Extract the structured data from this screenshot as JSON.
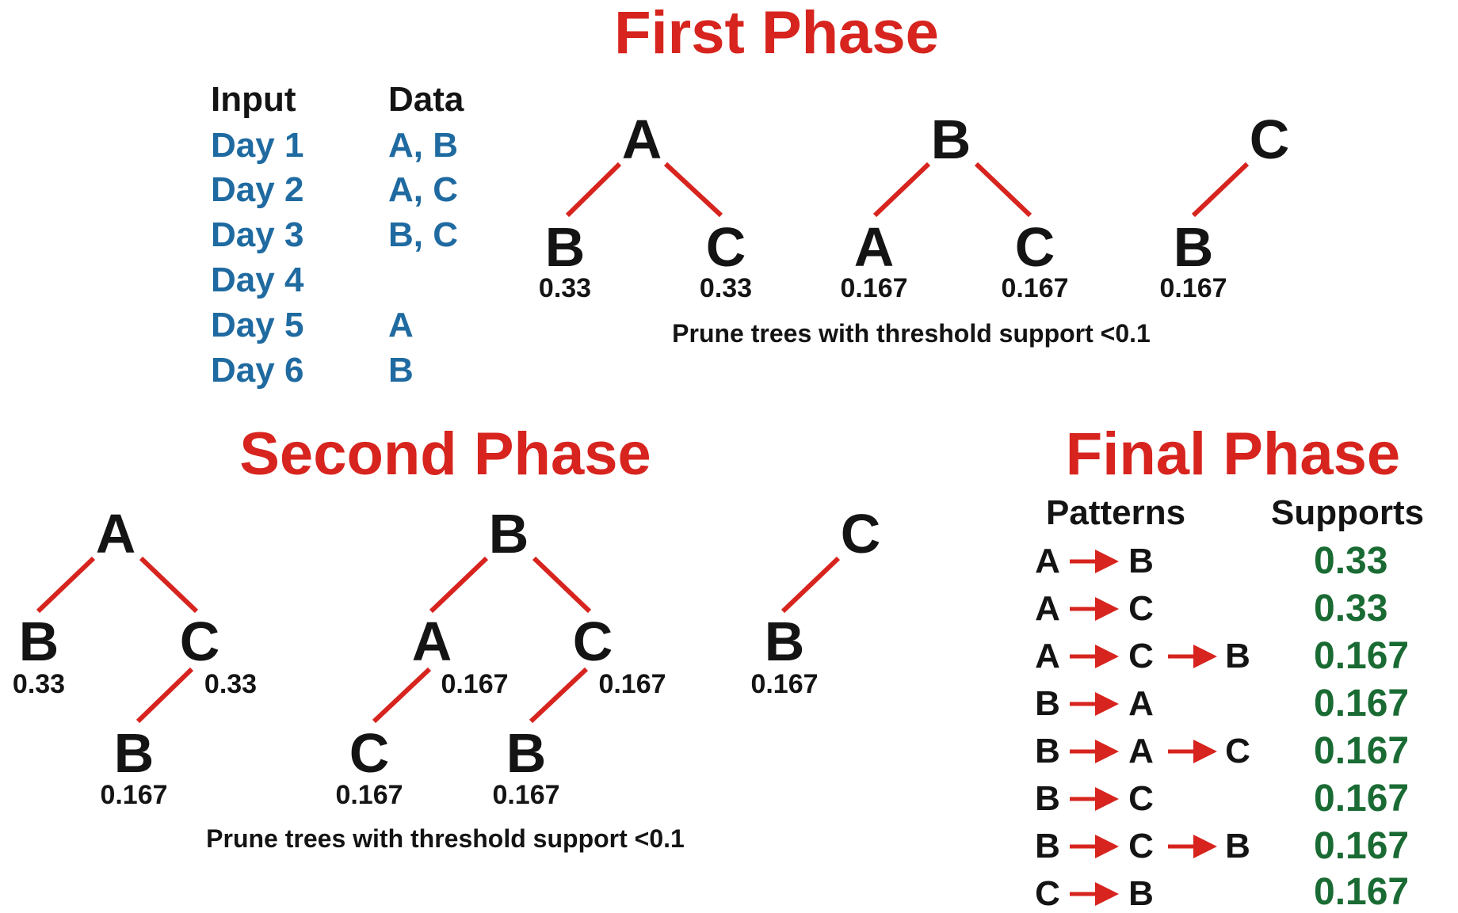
{
  "first_phase": {
    "title": "First Phase",
    "input_table": {
      "headers": [
        "Input",
        "Data"
      ],
      "rows": [
        {
          "day": "Day 1",
          "data": "A, B"
        },
        {
          "day": "Day 2",
          "data": "A, C"
        },
        {
          "day": "Day 3",
          "data": "B, C"
        },
        {
          "day": "Day 4",
          "data": ""
        },
        {
          "day": "Day 5",
          "data": "A"
        },
        {
          "day": "Day 6",
          "data": "B"
        }
      ]
    },
    "trees": [
      {
        "root": "A",
        "children": [
          {
            "label": "B",
            "support": "0.33"
          },
          {
            "label": "C",
            "support": "0.33"
          }
        ]
      },
      {
        "root": "B",
        "children": [
          {
            "label": "A",
            "support": "0.167"
          },
          {
            "label": "C",
            "support": "0.167"
          }
        ]
      },
      {
        "root": "C",
        "children": [
          {
            "label": "B",
            "support": "0.167"
          }
        ]
      }
    ],
    "note": "Prune trees with threshold support <0.1"
  },
  "second_phase": {
    "title": "Second Phase",
    "trees": [
      {
        "root": "A",
        "children": [
          {
            "label": "B",
            "support": "0.33",
            "children": []
          },
          {
            "label": "C",
            "support": "0.33",
            "children": [
              {
                "label": "B",
                "support": "0.167"
              }
            ]
          }
        ]
      },
      {
        "root": "B",
        "children": [
          {
            "label": "A",
            "support": "0.167",
            "children": [
              {
                "label": "C",
                "support": "0.167"
              }
            ]
          },
          {
            "label": "C",
            "support": "0.167",
            "children": [
              {
                "label": "B",
                "support": "0.167"
              }
            ]
          }
        ]
      },
      {
        "root": "C",
        "children": [
          {
            "label": "B",
            "support": "0.167",
            "children": []
          }
        ]
      }
    ],
    "note": "Prune trees with threshold support <0.1"
  },
  "final_phase": {
    "title": "Final Phase",
    "headers": [
      "Patterns",
      "Supports"
    ],
    "rows": [
      {
        "pattern": [
          "A",
          "B"
        ],
        "support": "0.33"
      },
      {
        "pattern": [
          "A",
          "C"
        ],
        "support": "0.33"
      },
      {
        "pattern": [
          "A",
          "C",
          "B"
        ],
        "support": "0.167"
      },
      {
        "pattern": [
          "B",
          "A"
        ],
        "support": "0.167"
      },
      {
        "pattern": [
          "B",
          "A",
          "C"
        ],
        "support": "0.167"
      },
      {
        "pattern": [
          "B",
          "C"
        ],
        "support": "0.167"
      },
      {
        "pattern": [
          "B",
          "C",
          "B"
        ],
        "support": "0.167"
      },
      {
        "pattern": [
          "C",
          "B"
        ],
        "support": "0.167"
      }
    ]
  },
  "colors": {
    "title": "#d7241e",
    "edge": "#d7241e",
    "day_text": "#1f6aa0",
    "support_green": "#1a6b33",
    "text": "#141414"
  }
}
